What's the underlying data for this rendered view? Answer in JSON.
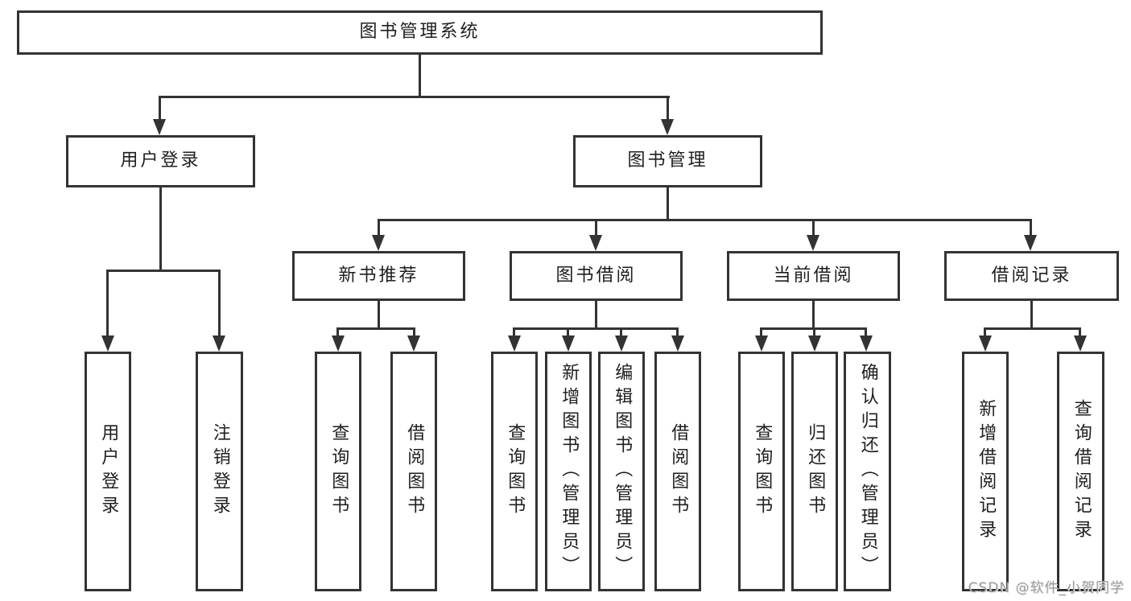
{
  "diagram": {
    "title": "图书管理系统",
    "root": {
      "label": "图书管理系统"
    },
    "level2": {
      "login": {
        "label": "用户登录"
      },
      "management": {
        "label": "图书管理"
      }
    },
    "level3": {
      "recommend": {
        "label": "新书推荐"
      },
      "borrow": {
        "label": "图书借阅"
      },
      "current": {
        "label": "当前借阅"
      },
      "records": {
        "label": "借阅记录"
      }
    },
    "leaves": {
      "login": [
        "用户登录",
        "注销登录"
      ],
      "recommend": [
        "查询图书",
        "借阅图书"
      ],
      "borrow": [
        "查询图书",
        "新增图书（管理员）",
        "编辑图书（管理员）",
        "借阅图书"
      ],
      "current": [
        "查询图书",
        "归还图书",
        "确认归还（管理员）"
      ],
      "records": [
        "新增借阅记录",
        "查询借阅记录"
      ]
    }
  },
  "watermark": "CSDN @软件_小贺同学",
  "colors": {
    "line": "#333333",
    "text": "#1f1f1f",
    "box_background": "#ffffff",
    "page_background": "#ffffff",
    "watermark": "#9b9b9b"
  }
}
